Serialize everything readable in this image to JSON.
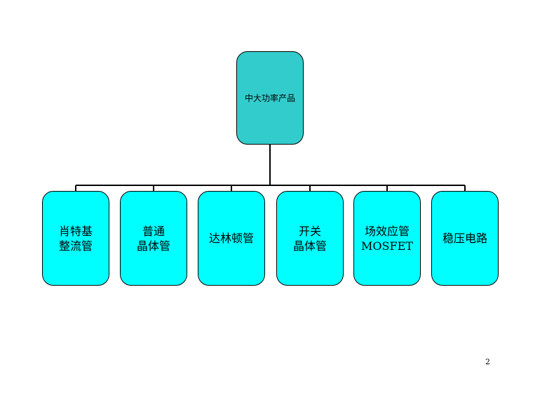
{
  "root": {
    "label": "中大功率产品"
  },
  "children": [
    {
      "lines": [
        "肖特基",
        "整流管"
      ]
    },
    {
      "lines": [
        "普通",
        "晶体管"
      ]
    },
    {
      "lines": [
        "达林顿管"
      ]
    },
    {
      "lines": [
        "开关",
        "晶体管"
      ]
    },
    {
      "lines": [
        "场效应管",
        "MOSFET"
      ]
    },
    {
      "lines": [
        "稳压电路"
      ]
    }
  ],
  "page_number": "2",
  "colors": {
    "root_fill": "#33cccc",
    "child_fill": "#00ffff",
    "border": "#000000",
    "connector": "#000000"
  }
}
